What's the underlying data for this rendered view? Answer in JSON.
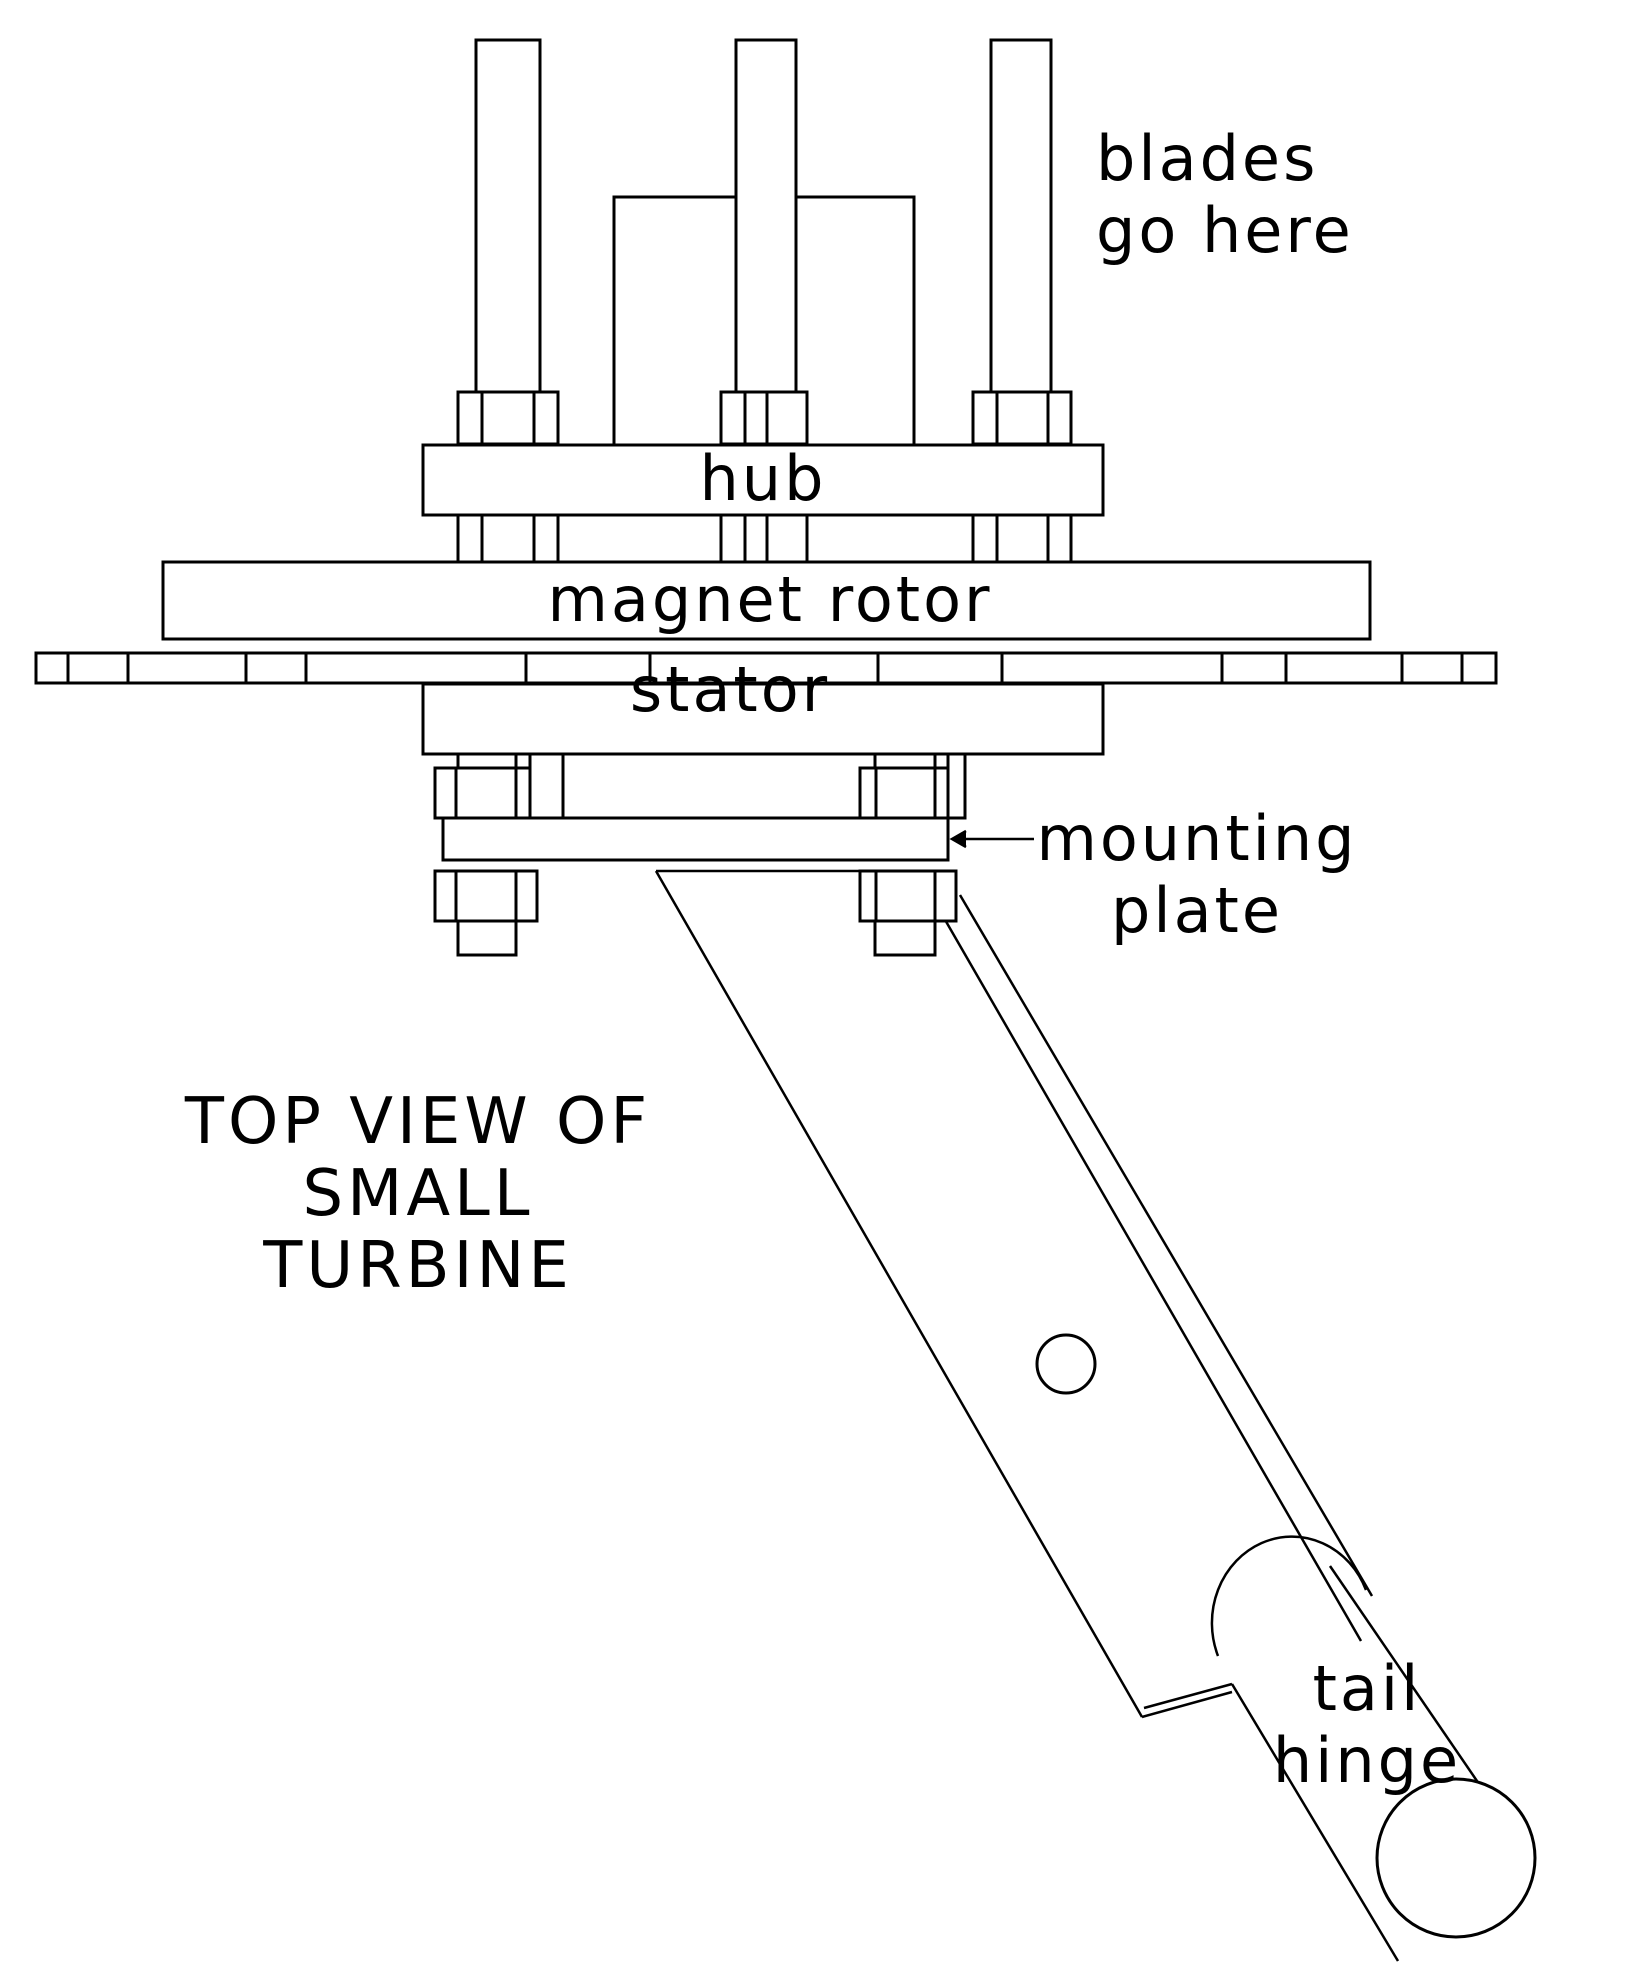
{
  "diagram": {
    "title_lines": [
      "TOP VIEW OF",
      "SMALL",
      "TURBINE"
    ],
    "labels": {
      "blades": [
        "blades",
        "go here"
      ],
      "hub": "hub",
      "magnet_rotor": "magnet rotor",
      "stator": "stator",
      "mounting_plate": [
        "mounting",
        "plate"
      ],
      "tail_hinge": [
        "tail",
        "hinge"
      ]
    },
    "colors": {
      "ink": "#000000",
      "paper": "#ffffff"
    }
  }
}
